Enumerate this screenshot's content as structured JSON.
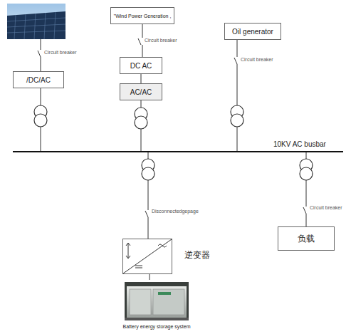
{
  "diagram": {
    "nodes": [
      {
        "text": [
          "\"Wind Power Generation ,"
        ]
      },
      {
        "text": [
          "Oil generator"
        ]
      },
      {
        "text": [
          "/DC/AC"
        ]
      },
      {
        "text": [
          "DC AC"
        ]
      },
      {
        "text": [
          "AC/AC"
        ]
      },
      {
        "text": [
          "10KV AC busbar"
        ]
      },
      {
        "text": [
          "逆变器"
        ]
      },
      {
        "text": [
          "负载"
        ]
      },
      {
        "text": [
          "Battery energy storage system"
        ]
      }
    ],
    "edges": [
      {
        "from": 0,
        "to": 3,
        "arrow": "none"
      },
      {
        "from": 3,
        "to": 4,
        "arrow": "none"
      },
      {
        "from": 2,
        "to": 5,
        "arrow": "none"
      },
      {
        "from": 4,
        "to": 5,
        "arrow": "none"
      },
      {
        "from": 1,
        "to": 5,
        "arrow": "none"
      },
      {
        "from": 5,
        "to": 6,
        "arrow": "none"
      },
      {
        "from": 5,
        "to": 7,
        "arrow": "none"
      },
      {
        "from": 6,
        "to": 8,
        "arrow": "none"
      }
    ],
    "labels": [
      "Circuit breaker",
      "Circuit breaker",
      "Circuit breaker",
      "Disconnectedgepage",
      "Circuit breaker"
    ]
  }
}
